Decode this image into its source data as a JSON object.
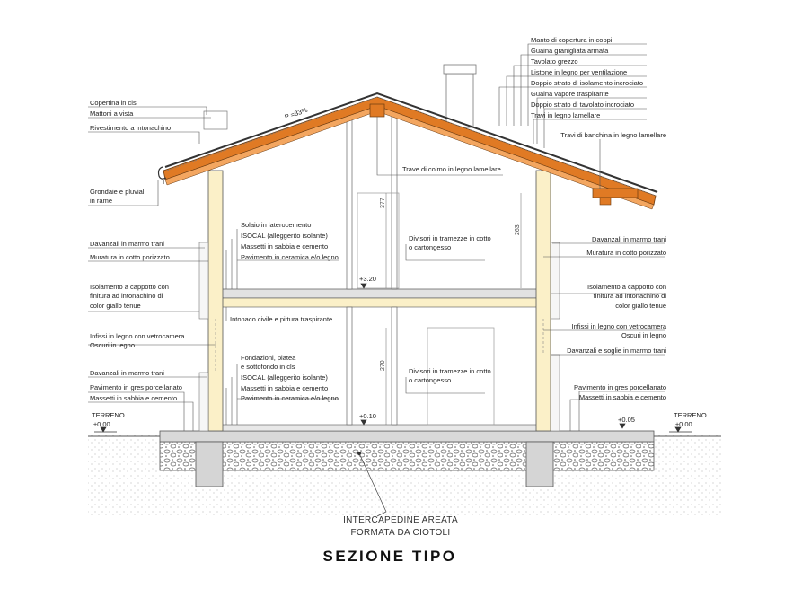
{
  "title": "SEZIONE  TIPO",
  "bottom_note": [
    "INTERCAPEDINE  AREATA",
    "FORMATA DA CIOTOLI"
  ],
  "slope_label": "P =33%",
  "levels": {
    "terreno_left": [
      "TERRENO",
      "±0.00"
    ],
    "terreno_right": [
      "TERRENO",
      "±0.00"
    ],
    "ground_floor": "+0.10",
    "first_floor": "+3.20",
    "right_entry": "+0.05"
  },
  "dimensions": {
    "upper_door": "377",
    "lower_door": "270",
    "right_height": "263"
  },
  "left_labels": [
    "Copertina in cls",
    "Mattoni a vista",
    "Rivestimento a intonachino",
    "Grondaie e pluviali",
    "in rame",
    "Davanzali in marmo trani",
    "Muratura in cotto porizzato",
    "Isolamento a cappotto con",
    "finitura ad intonachino di",
    "color giallo tenue",
    "Infissi in legno con vetrocamera",
    "Oscuri in legno",
    "Davanzali in marmo trani",
    "Pavimento in gres porcellanato",
    "Massetti in sabbia e cemento"
  ],
  "right_top_labels": [
    "Manto di copertura in coppi",
    "Guaina granigliata armata",
    "Tavolato grezzo",
    "Listone in legno per ventilazione",
    "Doppio strato di isolamento incrociato",
    "Guaina vapore traspirante",
    "Doppio strato di tavolato incrociato",
    "Travi in legno lamellare"
  ],
  "right_side_labels": [
    "Travi di banchina in legno lamellare",
    "Davanzali in marmo trani",
    "Muratura in cotto porizzato",
    "Isolamento a cappotto con",
    "finitura ad intonachino di",
    "color giallo tenue",
    "Infissi in legno con vetrocamera",
    "Oscuri in legno",
    "Davanzali e soglie in marmo trani",
    "Pavimento in gres porcellanato",
    "Massetti in sabbia e cemento"
  ],
  "center_labels": {
    "trave_colmo": "Trave di colmo in legno lamellare",
    "upper_floor": [
      "Solaio in laterocemento",
      "ISOCAL (alleggerito isolante)",
      "Massetti in sabbia e cemento",
      "Pavimento in ceramica e/o legno"
    ],
    "intonaco": "Intonaco civile e pittura traspirante",
    "lower_floor": [
      "Fondazioni, platea",
      "e sottofondo in cls",
      "ISOCAL (alleggerito isolante)",
      "Massetti in sabbia e cemento",
      "Pavimento in ceramica e/o legno"
    ],
    "divisori_upper": [
      "Divisori in tramezze in cotto",
      "o cartongesso"
    ],
    "divisori_lower": [
      "Divisori in tramezze in cotto",
      "o cartongesso"
    ]
  },
  "colors": {
    "timber": "#e07a24",
    "insulation": "#fbf0c8",
    "line": "#555555",
    "concrete": "#cfcfcf"
  }
}
